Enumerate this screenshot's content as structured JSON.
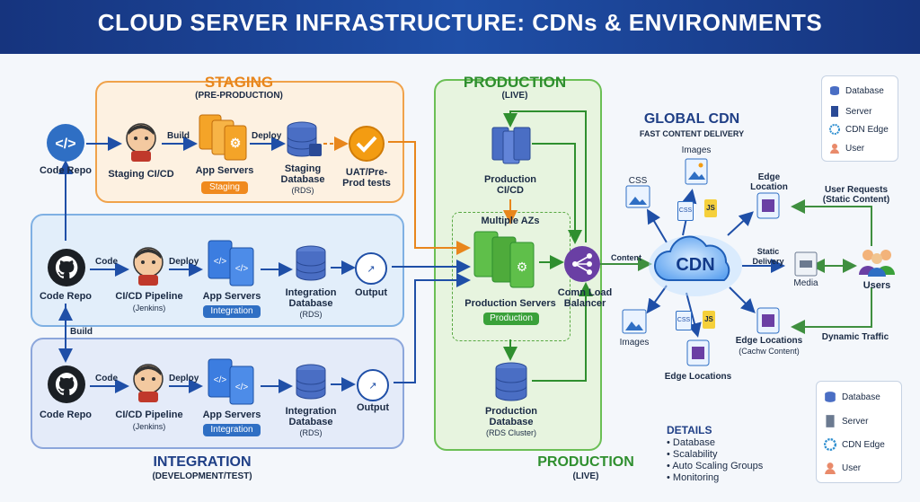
{
  "title": "CLOUD SERVER INFRASTRUCTURE: CDNs & ENVIRONMENTS",
  "staging": {
    "title": "STAGING",
    "subtitle": "(PRE-PRODUCTION)",
    "code_repo": "Code Repo",
    "build_label": "Build",
    "ci": "Staging CI/CD",
    "deploy_label": "Deploy",
    "app_servers": "App Servers",
    "badge": "Staging",
    "db_line1": "Staging",
    "db_line2": "Database",
    "db_line3": "(RDS)",
    "uat_line1": "UAT/Pre-",
    "uat_line2": "Prod tests"
  },
  "integration_a": {
    "code_repo": "Code Repo",
    "code_label": "Code",
    "ci_line1": "CI/CD Pipeline",
    "ci_line2": "(Jenkins)",
    "deploy_label": "Deploy",
    "app_servers": "App Servers",
    "badge": "Integration",
    "db_line1": "Integration",
    "db_line2": "Database",
    "db_line3": "(RDS)",
    "output": "Output"
  },
  "build_between": "Build",
  "integration_b": {
    "code_repo": "Code Repo",
    "code_label": "Code",
    "ci_line1": "CI/CD Pipeline",
    "ci_line2": "(Jenkins)",
    "deploy_label": "Deploy",
    "app_servers": "App Servers",
    "badge": "Integration",
    "db_line1": "Integration",
    "db_line2": "Database",
    "db_line3": "(RDS)",
    "output": "Output"
  },
  "integration_title": "INTEGRATION",
  "integration_subtitle": "(DEVELOPMENT/TEST)",
  "production": {
    "title": "PRODUCTION",
    "subtitle": "(LIVE)",
    "ci_line1": "Production",
    "ci_line2": "CI/CD",
    "azs": "Multiple AZs",
    "servers": "Production Servers",
    "badge": "Production",
    "lb_line1": "Comn Load",
    "lb_line2": "Balancer",
    "db_line1": "Production",
    "db_line2": "Database",
    "db_line3": "(RDS Cluster)",
    "bottom_title": "PRODUCTION",
    "bottom_subtitle": "(LIVE)"
  },
  "cdn": {
    "title": "GLOBAL CDN",
    "subtitle": "FAST CONTENT DELIVERY",
    "center": "CDN",
    "content_label": "Content",
    "images_top": "Images",
    "css_top": "CSS",
    "css_chip": "CSS",
    "js_chip": "JS",
    "edge_top_line1": "Edge",
    "edge_top_line2": "Location",
    "static_line1": "Static",
    "static_line2": "Delivery",
    "media": "Media",
    "images_bottom": "Images",
    "edge_bottom": "Edge Locations",
    "edge_right_line1": "Edge Locations",
    "edge_right_line2": "(Cachw Content)",
    "user_req_line1": "User Requests",
    "user_req_line2": "(Static Content)",
    "users": "Users",
    "dynamic": "Dynamic Traffic"
  },
  "legend_top": {
    "items": [
      "Database",
      "Server",
      "CDN Edge",
      "User"
    ]
  },
  "legend_bottom": {
    "items": [
      "Database",
      "Server",
      "CDN Edge",
      "User"
    ]
  },
  "details": {
    "title": "DETAILS",
    "items": [
      "Database",
      "Scalability",
      "Auto Scaling Groups",
      "Monitoring"
    ]
  },
  "colors": {
    "header": "#1f4fa7",
    "staging": "#f08a1e",
    "integration": "#2f6fc4",
    "production": "#3aa13a",
    "cdn": "#1f5fb8",
    "purple": "#6a3fa4"
  }
}
